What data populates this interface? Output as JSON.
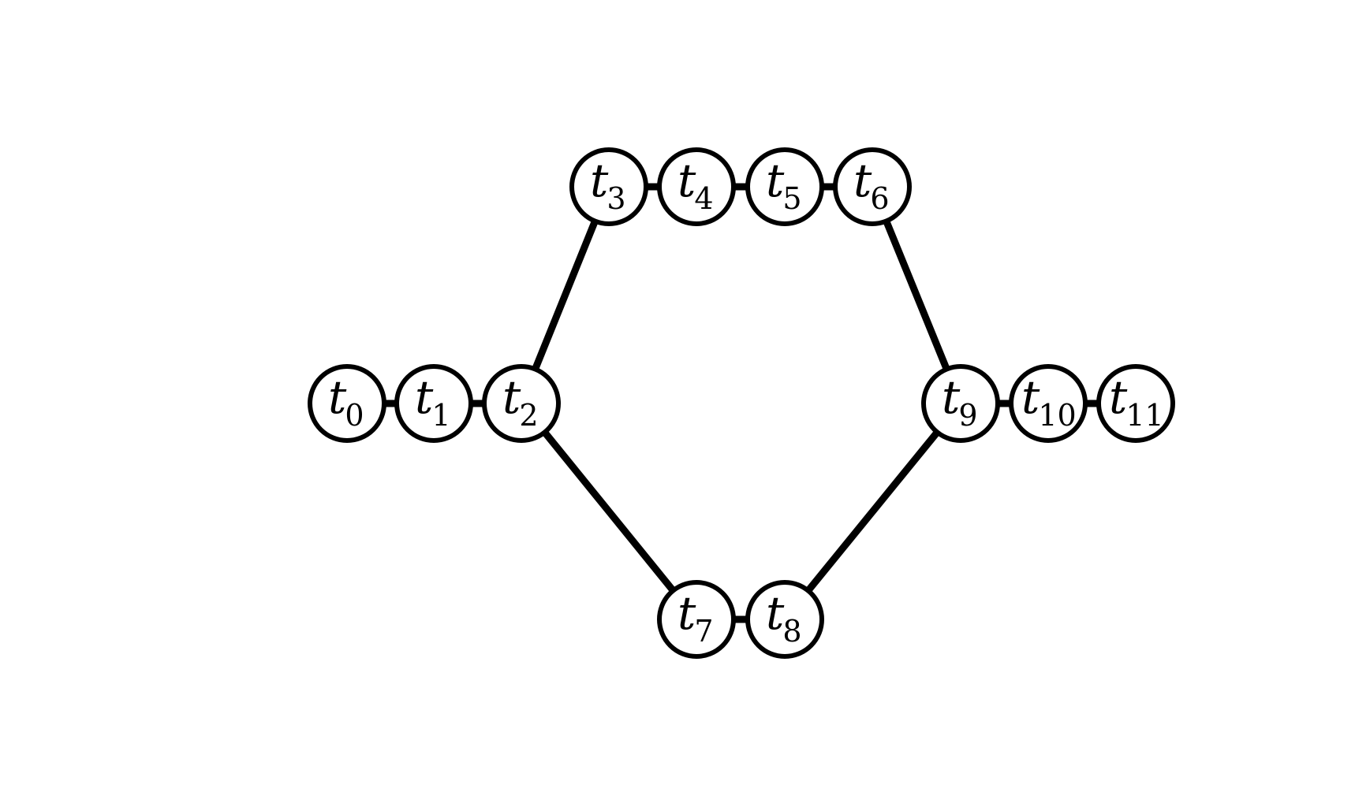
{
  "diagram": {
    "nodes": [
      {
        "id": "t0",
        "var": "t",
        "sub": "0"
      },
      {
        "id": "t1",
        "var": "t",
        "sub": "1"
      },
      {
        "id": "t2",
        "var": "t",
        "sub": "2"
      },
      {
        "id": "t3",
        "var": "t",
        "sub": "3"
      },
      {
        "id": "t4",
        "var": "t",
        "sub": "4"
      },
      {
        "id": "t5",
        "var": "t",
        "sub": "5"
      },
      {
        "id": "t6",
        "var": "t",
        "sub": "6"
      },
      {
        "id": "t7",
        "var": "t",
        "sub": "7"
      },
      {
        "id": "t8",
        "var": "t",
        "sub": "8"
      },
      {
        "id": "t9",
        "var": "t",
        "sub": "9"
      },
      {
        "id": "t10",
        "var": "t",
        "sub": "10"
      },
      {
        "id": "t11",
        "var": "t",
        "sub": "11"
      }
    ],
    "edges": [
      {
        "from": "t0",
        "to": "t1"
      },
      {
        "from": "t1",
        "to": "t2"
      },
      {
        "from": "t2",
        "to": "t3"
      },
      {
        "from": "t3",
        "to": "t4"
      },
      {
        "from": "t4",
        "to": "t5"
      },
      {
        "from": "t5",
        "to": "t6"
      },
      {
        "from": "t6",
        "to": "t9"
      },
      {
        "from": "t2",
        "to": "t7"
      },
      {
        "from": "t7",
        "to": "t8"
      },
      {
        "from": "t8",
        "to": "t9"
      },
      {
        "from": "t9",
        "to": "t10"
      },
      {
        "from": "t10",
        "to": "t11"
      }
    ]
  }
}
